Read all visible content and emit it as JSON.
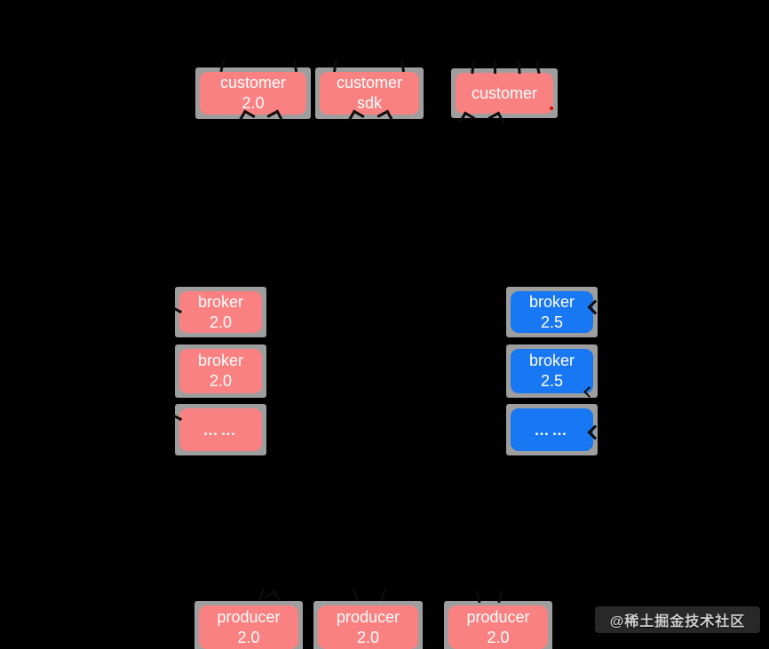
{
  "colors": {
    "background": "#000000",
    "customer_producer": "#F98181",
    "broker_new": "#1877F2",
    "shadow": "#9E9E9E",
    "label_text": "#FFFFFF"
  },
  "nodes": {
    "customers": [
      {
        "line1": "customer",
        "line2": "2.0"
      },
      {
        "line1": "customer",
        "line2": "sdk"
      },
      {
        "line1": "customer",
        "line2": ""
      }
    ],
    "brokers_old": [
      {
        "line1": "broker",
        "line2": "2.0"
      },
      {
        "line1": "broker",
        "line2": "2.0"
      },
      {
        "line1": "……",
        "line2": ""
      }
    ],
    "brokers_new": [
      {
        "line1": "broker",
        "line2": "2.5"
      },
      {
        "line1": "broker",
        "line2": "2.5"
      },
      {
        "line1": "……",
        "line2": ""
      }
    ],
    "producers": [
      {
        "line1": "producer",
        "line2": "2.0"
      },
      {
        "line1": "producer",
        "line2": "2.0"
      },
      {
        "line1": "producer",
        "line2": "2.0"
      }
    ]
  },
  "icons": {
    "arrowhead": "black chevron arrow tip",
    "arrow_stub": "black arrow line fragment"
  },
  "watermark": {
    "text": "@稀土掘金技术社区"
  }
}
